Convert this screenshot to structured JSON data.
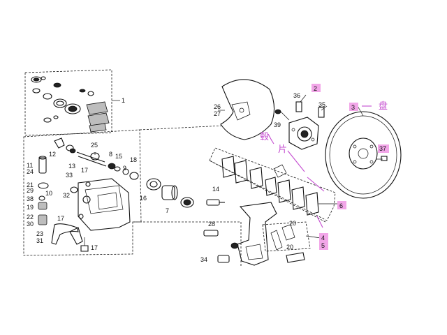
{
  "diagram": {
    "callouts": {
      "c1": "1",
      "c2": "2",
      "c3": "3",
      "c4": "4",
      "c5": "5",
      "c6": "6",
      "c7": "7",
      "c8": "8",
      "c9": "9",
      "c10": "10",
      "c11": "11",
      "c12": "12",
      "c13": "13",
      "c14": "14",
      "c15": "15",
      "c16": "16",
      "c17a": "17",
      "c17b": "17",
      "c17c": "17",
      "c18": "18",
      "c19": "19",
      "c20a": "20",
      "c20b": "20",
      "c21": "21",
      "c22": "22",
      "c23": "23",
      "c24": "24",
      "c25": "25",
      "c26": "26",
      "c27": "27",
      "c28": "28",
      "c29": "29",
      "c30": "30",
      "c31": "31",
      "c32": "32",
      "c33": "33",
      "c34": "34",
      "c35": "35",
      "c36": "36",
      "c37": "37",
      "c38": "38",
      "c39": "39"
    },
    "highlighted_callouts": [
      "2",
      "3",
      "4",
      "5",
      "6",
      "37"
    ],
    "highlight_color": "#f2a6e8",
    "annotation_ink_color": "#c44bd0",
    "handwritten_notes": {
      "note_rotor": "盘",
      "note_hub": "毂",
      "note_pads": "片"
    }
  }
}
